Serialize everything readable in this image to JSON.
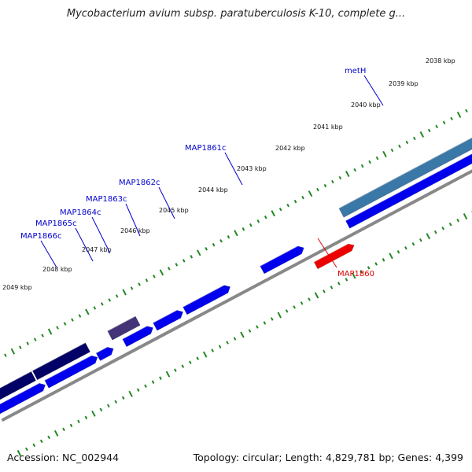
{
  "title": "Mycobacterium avium subsp. paratuberculosis K-10, complete g...",
  "footer": {
    "accession": "Accession: NC_002944",
    "stats": "Topology: circular; Length: 4,829,781 bp; Genes: 4,399"
  },
  "ruler_labels": [
    "2038 kbp",
    "2039 kbp",
    "2040 kbp",
    "2041 kbp",
    "2042 kbp",
    "2043 kbp",
    "2044 kbp",
    "2045 kbp",
    "2046 kbp",
    "2047 kbp",
    "2048 kbp",
    "2049 kbp"
  ],
  "gene_labels": [
    {
      "name": "metH",
      "color": "#0000cc"
    },
    {
      "name": "MAP1861c",
      "color": "#0000cc"
    },
    {
      "name": "MAP1862c",
      "color": "#0000cc"
    },
    {
      "name": "MAP1863c",
      "color": "#0000cc"
    },
    {
      "name": "MAP1864c",
      "color": "#0000cc"
    },
    {
      "name": "MAP1865c",
      "color": "#0000cc"
    },
    {
      "name": "MAP1866c",
      "color": "#0000cc"
    },
    {
      "name": "MAP1860",
      "color": "#dd0000"
    }
  ],
  "colors": {
    "ruler_ticks": "#228822",
    "backbone": "#888888",
    "gene_blue": "#0000ee",
    "gene_navy": "#000066",
    "gene_purple": "#443377",
    "gene_steel": "#3a78a8",
    "gene_red": "#ee0000",
    "leader_blue": "#0000cc",
    "leader_red": "#dd0000"
  }
}
